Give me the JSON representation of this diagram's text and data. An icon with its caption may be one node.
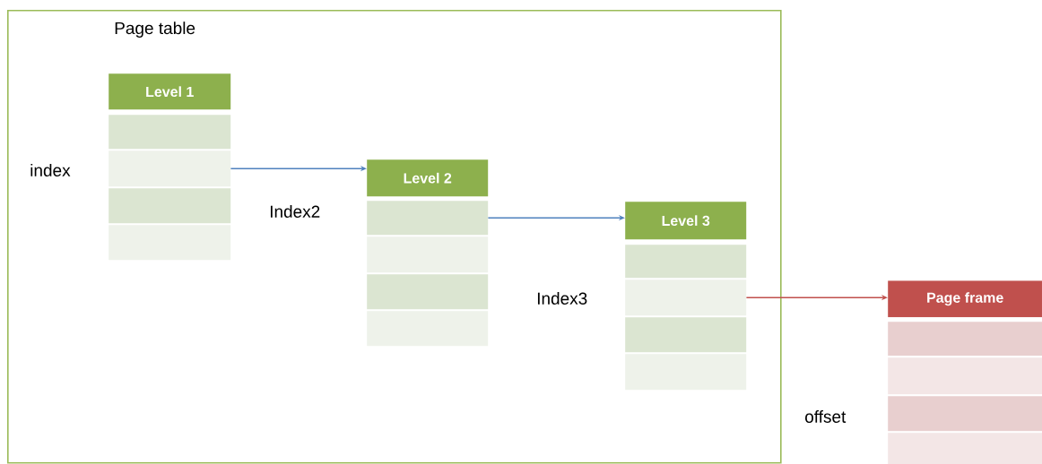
{
  "diagram": {
    "nodes": [
      {
        "text": [
          "Page table"
        ]
      },
      {
        "text": [
          "Level 1"
        ],
        "in": 0
      },
      {
        "text": [],
        "shape": "box",
        "in": 0
      },
      {
        "text": [],
        "shape": "box",
        "in": 0
      },
      {
        "text": [],
        "shape": "box",
        "in": 0
      },
      {
        "text": [],
        "shape": "box",
        "in": 0
      },
      {
        "text": [
          "Level 2"
        ],
        "in": 0
      },
      {
        "text": [],
        "shape": "box",
        "in": 0
      },
      {
        "text": [],
        "shape": "box",
        "in": 0
      },
      {
        "text": [],
        "shape": "box",
        "in": 0
      },
      {
        "text": [],
        "shape": "box",
        "in": 0
      },
      {
        "text": [
          "Level 3"
        ],
        "in": 0
      },
      {
        "text": [],
        "shape": "box",
        "in": 0
      },
      {
        "text": [],
        "shape": "box",
        "in": 0
      },
      {
        "text": [],
        "shape": "box",
        "in": 0
      },
      {
        "text": [],
        "shape": "box",
        "in": 0
      },
      {
        "text": [
          "Page frame"
        ]
      },
      {
        "text": [],
        "shape": "box"
      },
      {
        "text": [],
        "shape": "box"
      },
      {
        "text": [],
        "shape": "box"
      },
      {
        "text": [],
        "shape": "box"
      }
    ],
    "edges": [
      {
        "from": 3,
        "to": 6,
        "arrow": "to"
      },
      {
        "from": 7,
        "to": 11,
        "arrow": "to"
      },
      {
        "from": 13,
        "to": 16,
        "arrow": "to",
        "color": "#c0504d"
      }
    ],
    "labels": [
      "index",
      "Index2",
      "Index3",
      "offset"
    ]
  }
}
